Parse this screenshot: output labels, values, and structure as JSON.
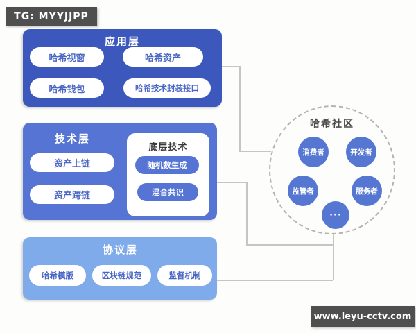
{
  "badges": {
    "tg": "TG: MYYJJPP",
    "url": "www.leyu-cctv.com"
  },
  "layers": {
    "application": {
      "title": "应用层",
      "items": [
        "哈希视窗",
        "哈希资产",
        "哈希钱包",
        "哈希技术封装接口"
      ]
    },
    "technology": {
      "title": "技术层",
      "items": [
        "资产上链",
        "资产跨链"
      ],
      "base_tech": {
        "title": "底层技术",
        "items": [
          "随机数生成",
          "混合共识"
        ]
      }
    },
    "protocol": {
      "title": "协议层",
      "items": [
        "哈希模版",
        "区块链规范",
        "监督机制"
      ]
    }
  },
  "community": {
    "title": "哈希社区",
    "members": [
      "消费者",
      "开发者",
      "监管者",
      "服务者",
      "···"
    ]
  },
  "colors": {
    "application_layer": "#3c58bc",
    "technology_layer": "#5574d4",
    "protocol_layer": "#7fabea",
    "community_member": "#5577d2",
    "pill_text": "#4a66c4",
    "badge_background": "#4f4f4f",
    "connector_line": "#c5c5c5"
  }
}
